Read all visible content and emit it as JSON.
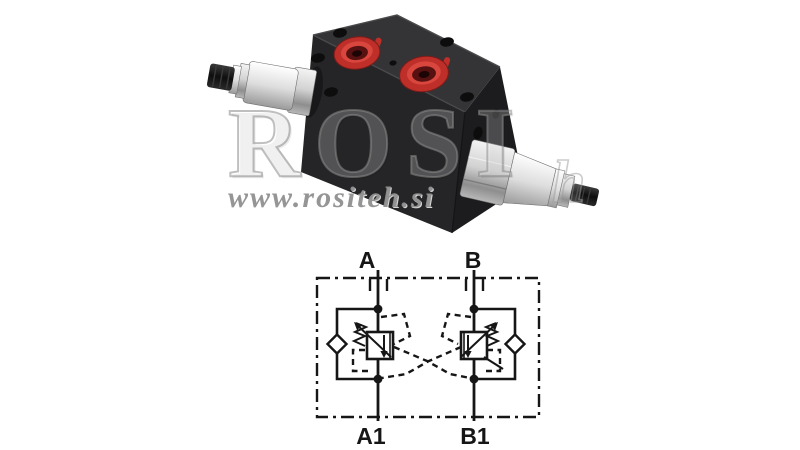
{
  "colors": {
    "background": "#ffffff",
    "block_top": "#343436",
    "block_front": "#252527",
    "block_side": "#1c1c1e",
    "hole_dark": "#0d0d0e",
    "port_red": "#bf2f2a",
    "port_red_light": "#d8463e",
    "port_red_dark": "#571110",
    "watermark_gray": "#8f8f8f",
    "schematic_line": "#161616"
  },
  "photo": {
    "subject": "dual counterbalance valve block",
    "watermark": {
      "brand": "ROSI",
      "url": "www.rositeh.si",
      "partial": "h"
    }
  },
  "schematic": {
    "top_ports": [
      {
        "label": "A"
      },
      {
        "label": "B"
      }
    ],
    "bottom_ports": [
      {
        "label": "A1"
      },
      {
        "label": "B1"
      }
    ],
    "symbols": [
      {
        "name": "counterbalance-relief-valve-icon",
        "shape": "square-with-arrow-and-spring",
        "count": 2
      },
      {
        "name": "check-valve-icon",
        "shape": "diamond",
        "count": 2
      },
      {
        "name": "pilot-line-icon",
        "shape": "dashed-crossing-lines"
      },
      {
        "name": "valve-body-boundary-icon",
        "shape": "dash-dot-rectangle"
      },
      {
        "name": "junction-dot-icon",
        "shape": "filled-circle",
        "count": 4
      }
    ]
  }
}
